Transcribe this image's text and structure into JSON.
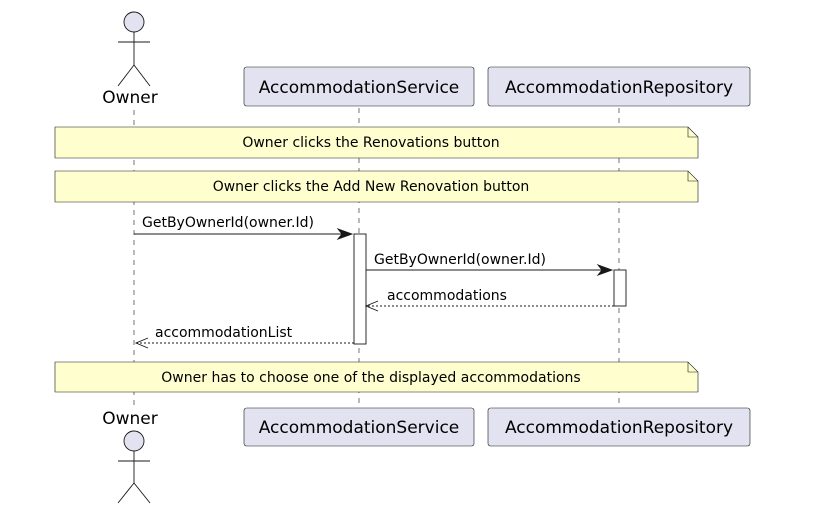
{
  "participants": {
    "owner": {
      "label": "Owner"
    },
    "service": {
      "label": "AccommodationService"
    },
    "repository": {
      "label": "AccommodationRepository"
    }
  },
  "notes": [
    {
      "text": "Owner clicks the Renovations button"
    },
    {
      "text": "Owner clicks the Add New Renovation button"
    },
    {
      "text": "Owner has to choose one of the displayed accommodations"
    }
  ],
  "messages": [
    {
      "label": "GetByOwnerId(owner.Id)",
      "kind": "sync"
    },
    {
      "label": "GetByOwnerId(owner.Id)",
      "kind": "sync"
    },
    {
      "label": "accommodations",
      "kind": "return"
    },
    {
      "label": "accommodationList",
      "kind": "return"
    }
  ],
  "colors": {
    "participant_fill": "#e2e2f0",
    "note_fill": "#fefece",
    "line": "#181818"
  }
}
